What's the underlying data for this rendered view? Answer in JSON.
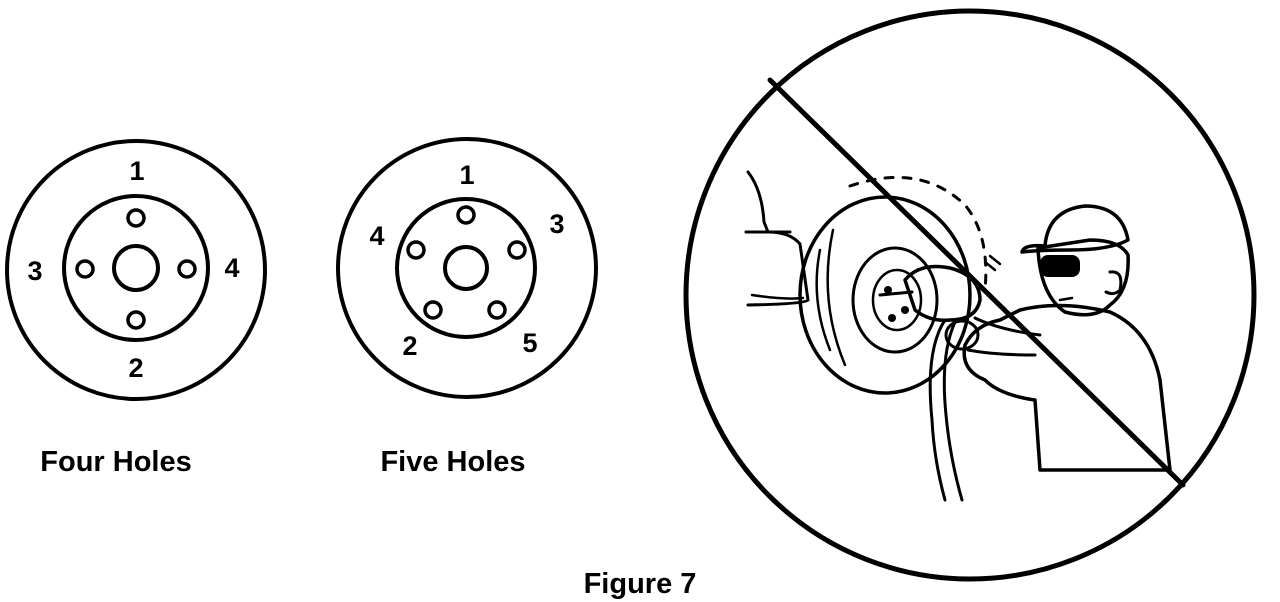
{
  "four_holes": {
    "caption": "Four Holes",
    "labels": [
      "1",
      "2",
      "3",
      "4"
    ]
  },
  "five_holes": {
    "caption": "Five Holes",
    "labels": [
      "1",
      "2",
      "3",
      "4",
      "5"
    ]
  },
  "prohibition": {
    "icon": "no-impact-wrench-icon"
  },
  "figure_caption": "Figure 7"
}
